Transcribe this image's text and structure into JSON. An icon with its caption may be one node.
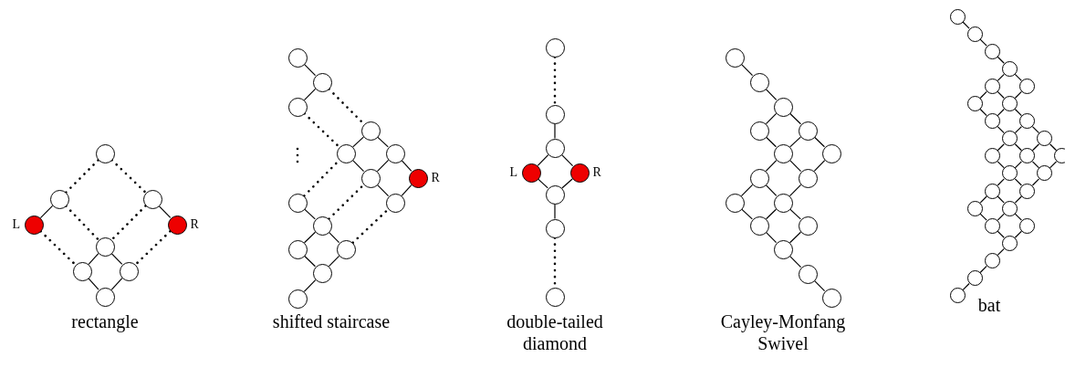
{
  "diagram": {
    "nodes": [
      {
        "text": [],
        "shape": "circle"
      },
      {
        "text": [],
        "shape": "circle"
      },
      {
        "text": [],
        "shape": "circle"
      },
      {
        "text": [],
        "shape": "circle",
        "beside": [
          "L"
        ]
      },
      {
        "text": [],
        "shape": "circle",
        "beside": [
          "R"
        ]
      },
      {
        "text": [],
        "shape": "circle"
      },
      {
        "text": [],
        "shape": "circle"
      },
      {
        "text": [],
        "shape": "circle"
      },
      {
        "text": [],
        "shape": "circle"
      },
      {
        "text": [],
        "shape": "circle"
      },
      {
        "text": [],
        "shape": "circle"
      },
      {
        "text": [],
        "shape": "circle"
      },
      {
        "text": [],
        "shape": "circle"
      },
      {
        "text": [],
        "shape": "circle"
      },
      {
        "text": [],
        "shape": "circle"
      },
      {
        "text": [],
        "shape": "circle"
      },
      {
        "text": [],
        "shape": "circle",
        "beside": [
          "R"
        ]
      },
      {
        "text": [],
        "shape": "circle"
      },
      {
        "text": [],
        "shape": "circle"
      },
      {
        "text": [],
        "shape": "circle"
      },
      {
        "text": [],
        "shape": "circle"
      },
      {
        "text": [],
        "shape": "circle"
      },
      {
        "text": [],
        "shape": "circle"
      },
      {
        "text": [],
        "shape": "circle"
      },
      {
        "text": [],
        "shape": "circle"
      },
      {
        "text": [],
        "shape": "circle"
      },
      {
        "text": [],
        "shape": "circle"
      },
      {
        "text": [],
        "shape": "circle",
        "beside": [
          "L"
        ]
      },
      {
        "text": [],
        "shape": "circle",
        "beside": [
          "R"
        ]
      },
      {
        "text": [],
        "shape": "circle"
      },
      {
        "text": [],
        "shape": "circle"
      },
      {
        "text": [],
        "shape": "circle"
      },
      {
        "text": [],
        "shape": "circle"
      },
      {
        "text": [],
        "shape": "circle"
      },
      {
        "text": [],
        "shape": "circle"
      },
      {
        "text": [],
        "shape": "circle"
      },
      {
        "text": [],
        "shape": "circle"
      },
      {
        "text": [],
        "shape": "circle"
      },
      {
        "text": [],
        "shape": "circle"
      },
      {
        "text": [],
        "shape": "circle"
      },
      {
        "text": [],
        "shape": "circle"
      },
      {
        "text": [],
        "shape": "circle"
      },
      {
        "text": [],
        "shape": "circle"
      },
      {
        "text": [],
        "shape": "circle"
      },
      {
        "text": [],
        "shape": "circle"
      },
      {
        "text": [],
        "shape": "circle"
      },
      {
        "text": [],
        "shape": "circle"
      },
      {
        "text": [],
        "shape": "circle"
      },
      {
        "text": [],
        "shape": "circle"
      },
      {
        "text": [],
        "shape": "circle"
      },
      {
        "text": [],
        "shape": "circle"
      },
      {
        "text": [],
        "shape": "circle"
      },
      {
        "text": [],
        "shape": "circle"
      },
      {
        "text": [],
        "shape": "circle"
      },
      {
        "text": [],
        "shape": "circle"
      },
      {
        "text": [],
        "shape": "circle"
      },
      {
        "text": [],
        "shape": "circle"
      },
      {
        "text": [],
        "shape": "circle"
      },
      {
        "text": [],
        "shape": "circle"
      },
      {
        "text": [],
        "shape": "circle"
      },
      {
        "text": [],
        "shape": "circle"
      },
      {
        "text": [],
        "shape": "circle"
      },
      {
        "text": [],
        "shape": "circle"
      },
      {
        "text": [],
        "shape": "circle"
      },
      {
        "text": [],
        "shape": "circle"
      },
      {
        "text": [],
        "shape": "circle"
      },
      {
        "text": [],
        "shape": "circle"
      },
      {
        "text": [],
        "shape": "circle"
      },
      {
        "text": [],
        "shape": "circle"
      },
      {
        "text": [],
        "shape": "circle"
      },
      {
        "text": [],
        "shape": "circle"
      },
      {
        "text": [],
        "shape": "circle"
      },
      {
        "text": [],
        "shape": "circle"
      },
      {
        "text": [],
        "shape": "circle"
      },
      {
        "text": [],
        "shape": "circle"
      }
    ],
    "edges": [
      {
        "from": 0,
        "to": 1,
        "arrow": "none",
        "style": "dashed"
      },
      {
        "from": 0,
        "to": 2,
        "arrow": "none",
        "style": "dashed"
      },
      {
        "from": 1,
        "to": 3,
        "arrow": "none"
      },
      {
        "from": 1,
        "to": 5,
        "arrow": "none",
        "style": "dashed"
      },
      {
        "from": 2,
        "to": 4,
        "arrow": "none"
      },
      {
        "from": 2,
        "to": 5,
        "arrow": "none",
        "style": "dashed"
      },
      {
        "from": 3,
        "to": 6,
        "arrow": "none",
        "style": "dashed"
      },
      {
        "from": 4,
        "to": 7,
        "arrow": "none",
        "style": "dashed"
      },
      {
        "from": 5,
        "to": 6,
        "arrow": "none"
      },
      {
        "from": 5,
        "to": 7,
        "arrow": "none"
      },
      {
        "from": 6,
        "to": 8,
        "arrow": "none"
      },
      {
        "from": 7,
        "to": 8,
        "arrow": "none"
      },
      {
        "from": 9,
        "to": 10,
        "arrow": "none"
      },
      {
        "from": 10,
        "to": 11,
        "arrow": "none"
      },
      {
        "from": 10,
        "to": 12,
        "arrow": "none",
        "style": "dashed"
      },
      {
        "from": 11,
        "to": 13,
        "arrow": "none",
        "style": "dashed"
      },
      {
        "from": 12,
        "to": 13,
        "arrow": "none"
      },
      {
        "from": 12,
        "to": 14,
        "arrow": "none"
      },
      {
        "from": 13,
        "to": 15,
        "arrow": "none"
      },
      {
        "from": 14,
        "to": 15,
        "arrow": "none"
      },
      {
        "from": 14,
        "to": 16,
        "arrow": "none"
      },
      {
        "from": 15,
        "to": 17,
        "arrow": "none"
      },
      {
        "from": 17,
        "to": 16,
        "arrow": "none"
      },
      {
        "from": 18,
        "to": 13,
        "arrow": "none",
        "style": "dashed"
      },
      {
        "from": 19,
        "to": 15,
        "arrow": "none",
        "style": "dashed"
      },
      {
        "from": 21,
        "to": 17,
        "arrow": "none",
        "style": "dashed"
      },
      {
        "from": 18,
        "to": 19,
        "arrow": "none"
      },
      {
        "from": 19,
        "to": 20,
        "arrow": "none"
      },
      {
        "from": 19,
        "to": 21,
        "arrow": "none"
      },
      {
        "from": 20,
        "to": 22,
        "arrow": "none"
      },
      {
        "from": 21,
        "to": 22,
        "arrow": "none"
      },
      {
        "from": 22,
        "to": 23,
        "arrow": "none"
      },
      {
        "from": 24,
        "to": 25,
        "arrow": "none",
        "style": "dashed"
      },
      {
        "from": 25,
        "to": 26,
        "arrow": "none"
      },
      {
        "from": 26,
        "to": 27,
        "arrow": "none"
      },
      {
        "from": 26,
        "to": 28,
        "arrow": "none"
      },
      {
        "from": 27,
        "to": 29,
        "arrow": "none"
      },
      {
        "from": 28,
        "to": 29,
        "arrow": "none"
      },
      {
        "from": 29,
        "to": 30,
        "arrow": "none"
      },
      {
        "from": 30,
        "to": 31,
        "arrow": "none",
        "style": "dashed"
      },
      {
        "from": 32,
        "to": 33,
        "arrow": "none"
      },
      {
        "from": 33,
        "to": 34,
        "arrow": "none"
      },
      {
        "from": 34,
        "to": 35,
        "arrow": "none"
      },
      {
        "from": 34,
        "to": 36,
        "arrow": "none"
      },
      {
        "from": 35,
        "to": 37,
        "arrow": "none"
      },
      {
        "from": 36,
        "to": 37,
        "arrow": "none"
      },
      {
        "from": 36,
        "to": 38,
        "arrow": "none"
      },
      {
        "from": 37,
        "to": 39,
        "arrow": "none"
      },
      {
        "from": 37,
        "to": 40,
        "arrow": "none"
      },
      {
        "from": 38,
        "to": 40,
        "arrow": "none"
      },
      {
        "from": 39,
        "to": 41,
        "arrow": "none"
      },
      {
        "from": 39,
        "to": 42,
        "arrow": "none"
      },
      {
        "from": 40,
        "to": 42,
        "arrow": "none"
      },
      {
        "from": 41,
        "to": 43,
        "arrow": "none"
      },
      {
        "from": 42,
        "to": 43,
        "arrow": "none"
      },
      {
        "from": 42,
        "to": 44,
        "arrow": "none"
      },
      {
        "from": 43,
        "to": 45,
        "arrow": "none"
      },
      {
        "from": 44,
        "to": 45,
        "arrow": "none"
      },
      {
        "from": 45,
        "to": 46,
        "arrow": "none"
      },
      {
        "from": 46,
        "to": 47,
        "arrow": "none"
      },
      {
        "from": 48,
        "to": 49,
        "arrow": "none"
      },
      {
        "from": 49,
        "to": 50,
        "arrow": "none"
      },
      {
        "from": 50,
        "to": 51,
        "arrow": "none"
      },
      {
        "from": 51,
        "to": 52,
        "arrow": "none"
      },
      {
        "from": 51,
        "to": 53,
        "arrow": "none"
      },
      {
        "from": 52,
        "to": 54,
        "arrow": "none"
      },
      {
        "from": 52,
        "to": 55,
        "arrow": "none"
      },
      {
        "from": 53,
        "to": 55,
        "arrow": "none"
      },
      {
        "from": 54,
        "to": 56,
        "arrow": "none"
      },
      {
        "from": 55,
        "to": 56,
        "arrow": "none"
      },
      {
        "from": 55,
        "to": 57,
        "arrow": "none"
      },
      {
        "from": 56,
        "to": 58,
        "arrow": "none"
      },
      {
        "from": 57,
        "to": 58,
        "arrow": "none"
      },
      {
        "from": 57,
        "to": 59,
        "arrow": "none"
      },
      {
        "from": 58,
        "to": 60,
        "arrow": "none"
      },
      {
        "from": 58,
        "to": 61,
        "arrow": "none"
      },
      {
        "from": 59,
        "to": 61,
        "arrow": "none"
      },
      {
        "from": 59,
        "to": 62,
        "arrow": "none"
      },
      {
        "from": 60,
        "to": 63,
        "arrow": "none"
      },
      {
        "from": 61,
        "to": 63,
        "arrow": "none"
      },
      {
        "from": 61,
        "to": 64,
        "arrow": "none"
      },
      {
        "from": 62,
        "to": 64,
        "arrow": "none"
      },
      {
        "from": 63,
        "to": 65,
        "arrow": "none"
      },
      {
        "from": 63,
        "to": 66,
        "arrow": "none"
      },
      {
        "from": 64,
        "to": 66,
        "arrow": "none"
      },
      {
        "from": 65,
        "to": 67,
        "arrow": "none"
      },
      {
        "from": 65,
        "to": 68,
        "arrow": "none"
      },
      {
        "from": 66,
        "to": 68,
        "arrow": "none"
      },
      {
        "from": 67,
        "to": 69,
        "arrow": "none"
      },
      {
        "from": 68,
        "to": 69,
        "arrow": "none"
      },
      {
        "from": 68,
        "to": 70,
        "arrow": "none"
      },
      {
        "from": 69,
        "to": 71,
        "arrow": "none"
      },
      {
        "from": 70,
        "to": 71,
        "arrow": "none"
      },
      {
        "from": 71,
        "to": 72,
        "arrow": "none"
      },
      {
        "from": 72,
        "to": 73,
        "arrow": "none"
      },
      {
        "from": 73,
        "to": 74,
        "arrow": "none"
      }
    ],
    "labels": [
      "rectangle",
      "shifted staircase",
      "double-tailed diamond",
      "Cayley-Monfang Swivel",
      "bat"
    ]
  }
}
